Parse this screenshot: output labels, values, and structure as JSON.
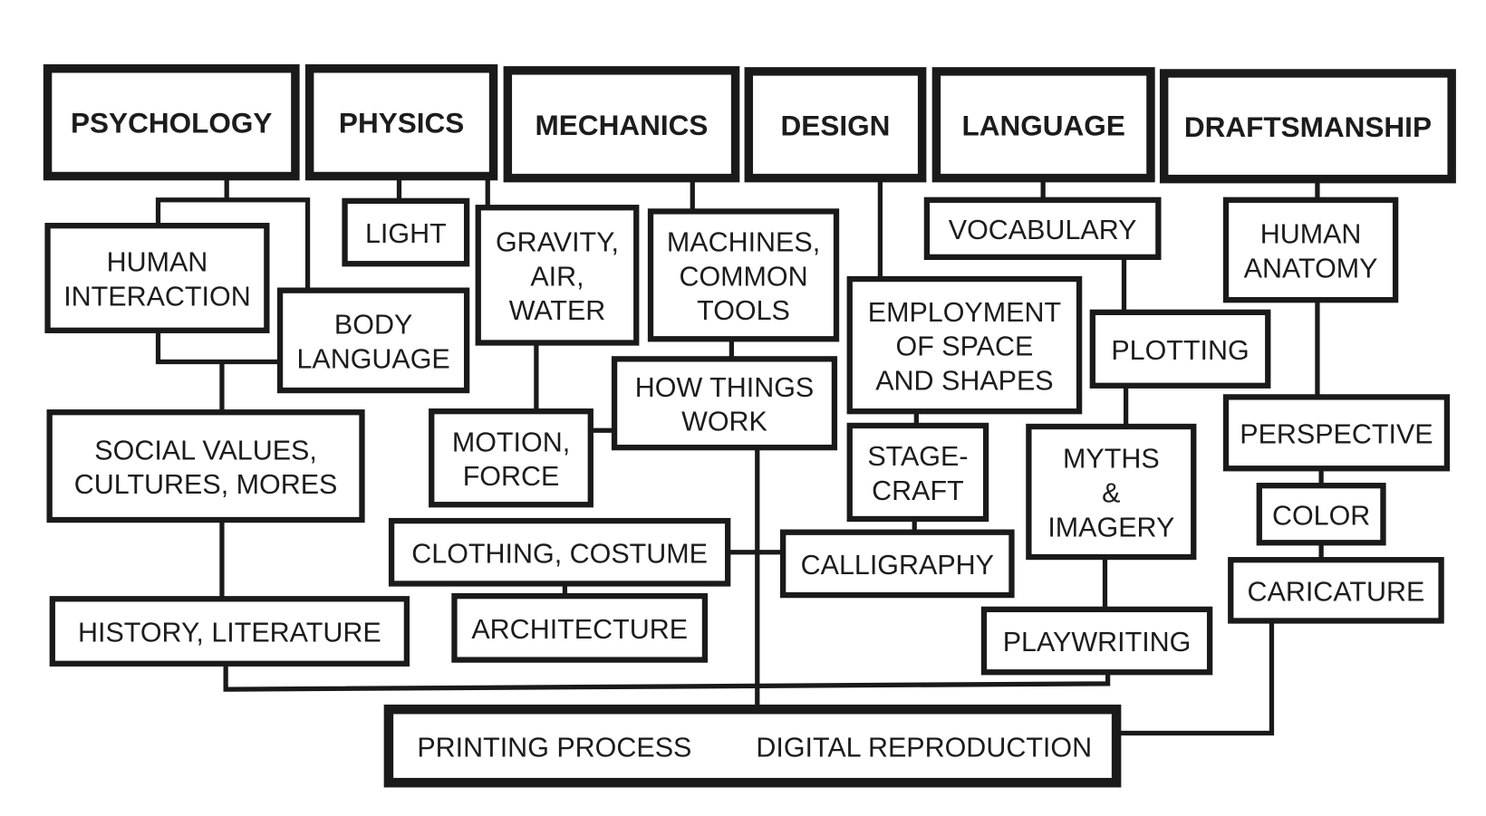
{
  "diagram_title": "",
  "nodes": {
    "psychology": {
      "lines": [
        "PSYCHOLOGY"
      ]
    },
    "physics": {
      "lines": [
        "PHYSICS"
      ]
    },
    "mechanics": {
      "lines": [
        "MECHANICS"
      ]
    },
    "design": {
      "lines": [
        "DESIGN"
      ]
    },
    "language": {
      "lines": [
        "LANGUAGE"
      ]
    },
    "draftsmanship": {
      "lines": [
        "DRAFTSMANSHIP"
      ]
    },
    "human_interaction": {
      "lines": [
        "HUMAN",
        "INTERACTION"
      ]
    },
    "body_language": {
      "lines": [
        "BODY",
        "LANGUAGE"
      ]
    },
    "light": {
      "lines": [
        "LIGHT"
      ]
    },
    "gravity": {
      "lines": [
        "GRAVITY,",
        "AIR,",
        "WATER"
      ]
    },
    "machines": {
      "lines": [
        "MACHINES,",
        "COMMON",
        "TOOLS"
      ]
    },
    "how_things_work": {
      "lines": [
        "HOW THINGS",
        "WORK"
      ]
    },
    "motion_force": {
      "lines": [
        "MOTION,",
        "FORCE"
      ]
    },
    "social_values": {
      "lines": [
        "SOCIAL VALUES,",
        "CULTURES, MORES"
      ]
    },
    "employment_space": {
      "lines": [
        "EMPLOYMENT",
        "OF SPACE",
        "AND SHAPES"
      ]
    },
    "vocabulary": {
      "lines": [
        "VOCABULARY"
      ]
    },
    "plotting": {
      "lines": [
        "PLOTTING"
      ]
    },
    "human_anatomy": {
      "lines": [
        "HUMAN",
        "ANATOMY"
      ]
    },
    "perspective": {
      "lines": [
        "PERSPECTIVE"
      ]
    },
    "color": {
      "lines": [
        "COLOR"
      ]
    },
    "caricature": {
      "lines": [
        "CARICATURE"
      ]
    },
    "stagecraft": {
      "lines": [
        "STAGE-",
        "CRAFT"
      ]
    },
    "myths_imagery": {
      "lines": [
        "MYTHS",
        "&",
        "IMAGERY"
      ]
    },
    "calligraphy": {
      "lines": [
        "CALLIGRAPHY"
      ]
    },
    "clothing_costume": {
      "lines": [
        "CLOTHING, COSTUME"
      ]
    },
    "architecture": {
      "lines": [
        "ARCHITECTURE"
      ]
    },
    "history_literature": {
      "lines": [
        "HISTORY, LITERATURE"
      ]
    },
    "playwriting": {
      "lines": [
        "PLAYWRITING"
      ]
    },
    "printing": {
      "lines": [
        "PRINTING PROCESS",
        "DIGITAL REPRODUCTION"
      ]
    }
  },
  "edges": [
    [
      "psychology",
      "human_interaction"
    ],
    [
      "psychology",
      "body_language"
    ],
    [
      "human_interaction",
      "social_values"
    ],
    [
      "body_language",
      "social_values"
    ],
    [
      "social_values",
      "history_literature"
    ],
    [
      "history_literature",
      "printing"
    ],
    [
      "physics",
      "light"
    ],
    [
      "physics",
      "gravity"
    ],
    [
      "gravity",
      "motion_force"
    ],
    [
      "motion_force",
      "how_things_work"
    ],
    [
      "mechanics",
      "machines"
    ],
    [
      "machines",
      "how_things_work"
    ],
    [
      "how_things_work",
      "printing"
    ],
    [
      "clothing_costume",
      "calligraphy"
    ],
    [
      "clothing_costume",
      "architecture"
    ],
    [
      "design",
      "employment_space"
    ],
    [
      "employment_space",
      "stagecraft"
    ],
    [
      "stagecraft",
      "calligraphy"
    ],
    [
      "language",
      "vocabulary"
    ],
    [
      "vocabulary",
      "plotting"
    ],
    [
      "plotting",
      "myths_imagery"
    ],
    [
      "myths_imagery",
      "playwriting"
    ],
    [
      "playwriting",
      "printing"
    ],
    [
      "draftsmanship",
      "human_anatomy"
    ],
    [
      "human_anatomy",
      "perspective"
    ],
    [
      "perspective",
      "color"
    ],
    [
      "color",
      "caricature"
    ],
    [
      "caricature",
      "printing"
    ]
  ]
}
